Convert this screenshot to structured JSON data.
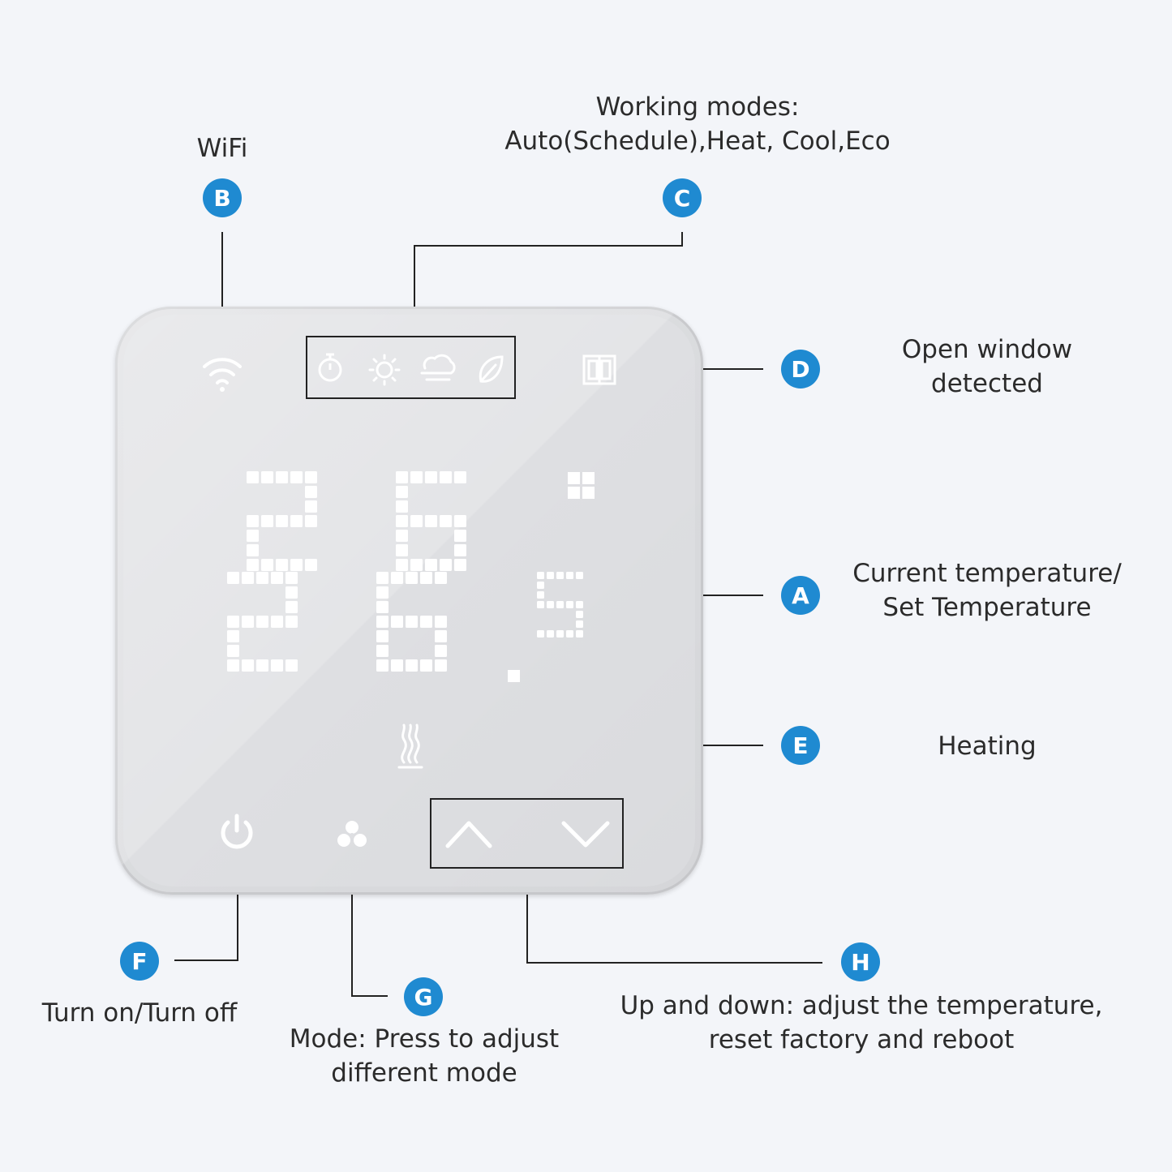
{
  "labels": {
    "wifi": "WiFi",
    "working_modes_line1": "Working modes:",
    "working_modes_line2": "Auto(Schedule),Heat, Cool,Eco",
    "open_window_line1": "Open window",
    "open_window_line2": "detected",
    "current_temp_line1": "Current temperature/",
    "current_temp_line2": "Set Temperature",
    "heating": "Heating",
    "power": "Turn on/Turn off",
    "mode_line1": "Mode: Press to adjust",
    "mode_line2": "different mode",
    "updown_line1": "Up and down: adjust the temperature,",
    "updown_line2": "reset factory and reboot"
  },
  "badges": {
    "a": "A",
    "b": "B",
    "c": "C",
    "d": "D",
    "e": "E",
    "f": "F",
    "g": "G",
    "h": "H"
  },
  "display": {
    "current_temp": "26",
    "set_temp": "26.5"
  },
  "icons": {
    "wifi": "wifi-icon",
    "schedule": "timer-icon",
    "heat": "sun-icon",
    "cool": "cloud-wind-icon",
    "eco": "leaf-icon",
    "window": "open-window-icon",
    "heating": "heat-waves-icon",
    "power": "power-icon",
    "mode": "fan-icon",
    "up": "chevron-up-icon",
    "down": "chevron-down-icon"
  },
  "colors": {
    "badge": "#1f8ad1",
    "background": "#f3f5f9",
    "device": "#dcdde0",
    "led": "#ffffff"
  }
}
